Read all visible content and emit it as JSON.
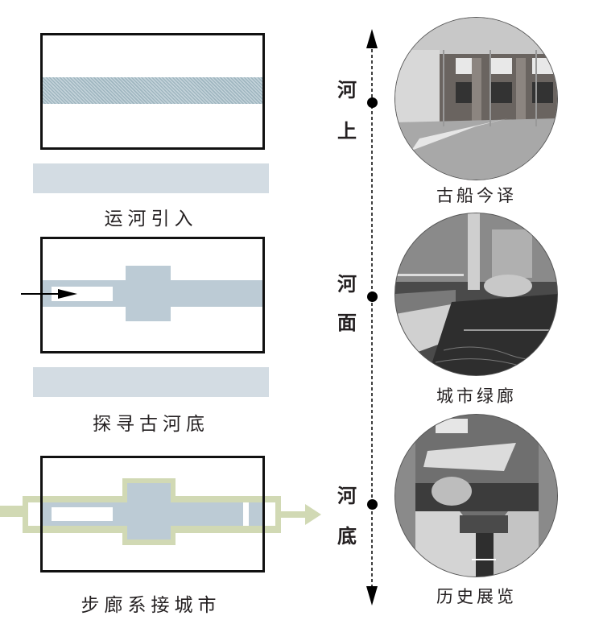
{
  "diagrams": [
    {
      "caption": "运河引入",
      "type": "canal-introduction"
    },
    {
      "caption": "探寻古河底",
      "type": "explore-ancient-riverbed"
    },
    {
      "caption": "步廊系接城市",
      "type": "corridor-connects-city"
    }
  ],
  "timeline": {
    "levels": [
      {
        "chars": [
          "河",
          "上"
        ]
      },
      {
        "chars": [
          "河",
          "面"
        ]
      },
      {
        "chars": [
          "河",
          "底"
        ]
      }
    ]
  },
  "photos": [
    {
      "caption": "古船今译",
      "subject": "interior-hall-concrete"
    },
    {
      "caption": "城市绿廊",
      "subject": "water-garden-corridor"
    },
    {
      "caption": "历史展览",
      "subject": "underground-exhibition"
    }
  ],
  "colors": {
    "water": "#bccbd5",
    "band": "#d3dce3",
    "corridor": "#d1d9b4",
    "frame": "#111111"
  }
}
